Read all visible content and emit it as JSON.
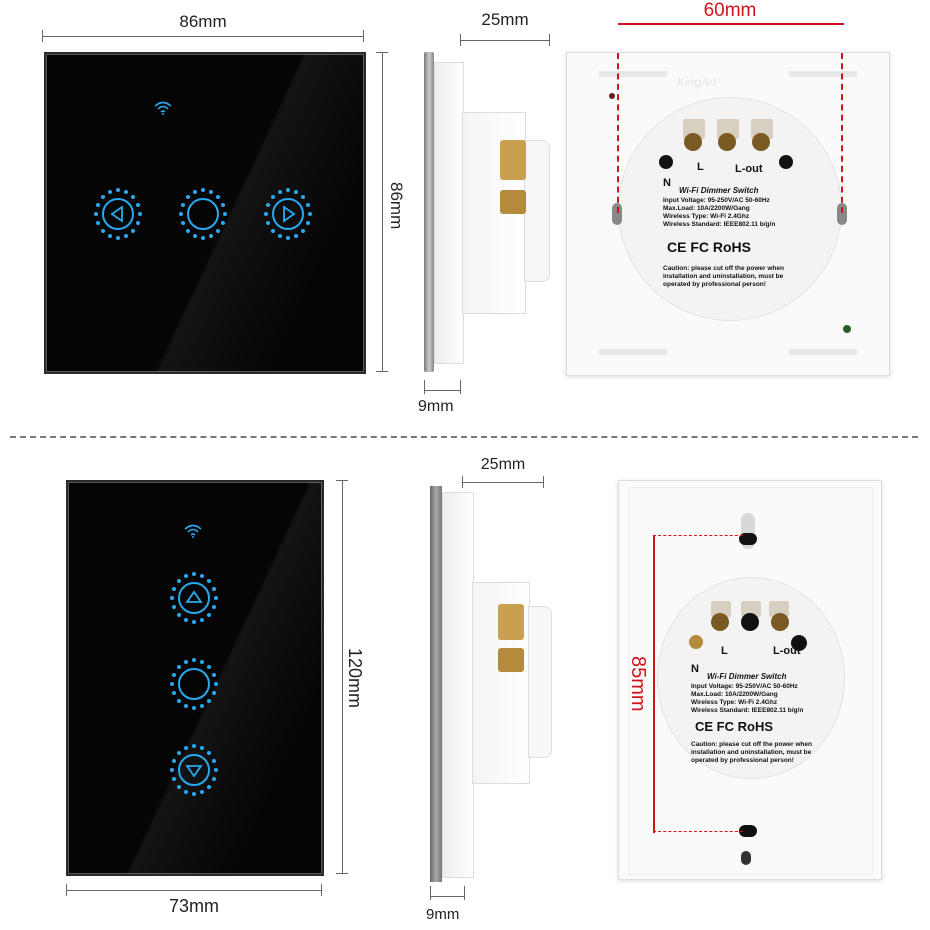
{
  "top": {
    "front_width": "86mm",
    "front_height": "86mm",
    "side_depth": "25mm",
    "side_thickness": "9mm",
    "back_spacing": "60mm",
    "back_label": {
      "brand": "KingArt",
      "terminal_l": "L",
      "terminal_lout": "L-out",
      "terminal_n": "N",
      "title": "Wi-Fi Dimmer Switch",
      "lines": [
        "Input Voltage: 95-250V/AC 50-60Hz",
        "Max.Load: 10A/2200W/Gang",
        "Wireless Type: Wi-Fi 2.4Ghz",
        "Wireless Standard: IEEE802.11 b/g/n"
      ],
      "certs": "CE FC RoHS",
      "caution": "Caution: please cut off the power when installation and uninstallation, must be operated by professional person!"
    }
  },
  "bottom": {
    "front_width": "73mm",
    "front_height": "120mm",
    "side_depth": "25mm",
    "side_thickness": "9mm",
    "back_spacing": "85mm",
    "back_label": {
      "terminal_l": "L",
      "terminal_lout": "L-out",
      "terminal_n": "N",
      "title": "Wi-Fi Dimmer Switch",
      "lines": [
        "Input Voltage: 95-250V/AC 50-60Hz",
        "Max.Load: 10A/2200W/Gang",
        "Wireless Type: Wi-Fi 2.4Ghz",
        "Wireless Standard: IEEE802.11 b/g/n"
      ],
      "certs": "CE FC RoHS",
      "caution": "Caution: please cut off the power when installation and uninstallation, must be operated by professional person!"
    }
  },
  "colors": {
    "led": "#2aa8f0",
    "dim_red": "#d4121a",
    "panel": "#050505"
  }
}
